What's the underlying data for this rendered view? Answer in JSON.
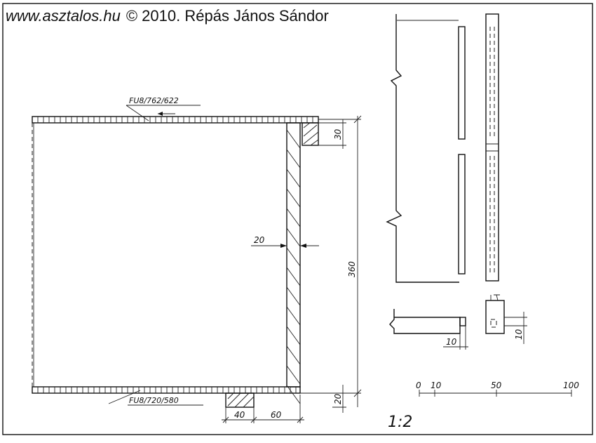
{
  "header": {
    "website": "www.asztalos.hu",
    "copyright": "© 2010. Répás János Sándor"
  },
  "labels": {
    "top_panel": "FU8/762/622",
    "bottom_panel": "FU8/720/580",
    "scale": "1:2"
  },
  "dimensions": {
    "top_strip": "30",
    "side_thickness": "20",
    "height": "360",
    "bottom_strip": "20",
    "block_width": "40",
    "offset": "60",
    "edge_a": "10",
    "edge_b": "10"
  },
  "scale_bar": {
    "ticks": [
      "0",
      "10",
      "50",
      "100"
    ]
  }
}
